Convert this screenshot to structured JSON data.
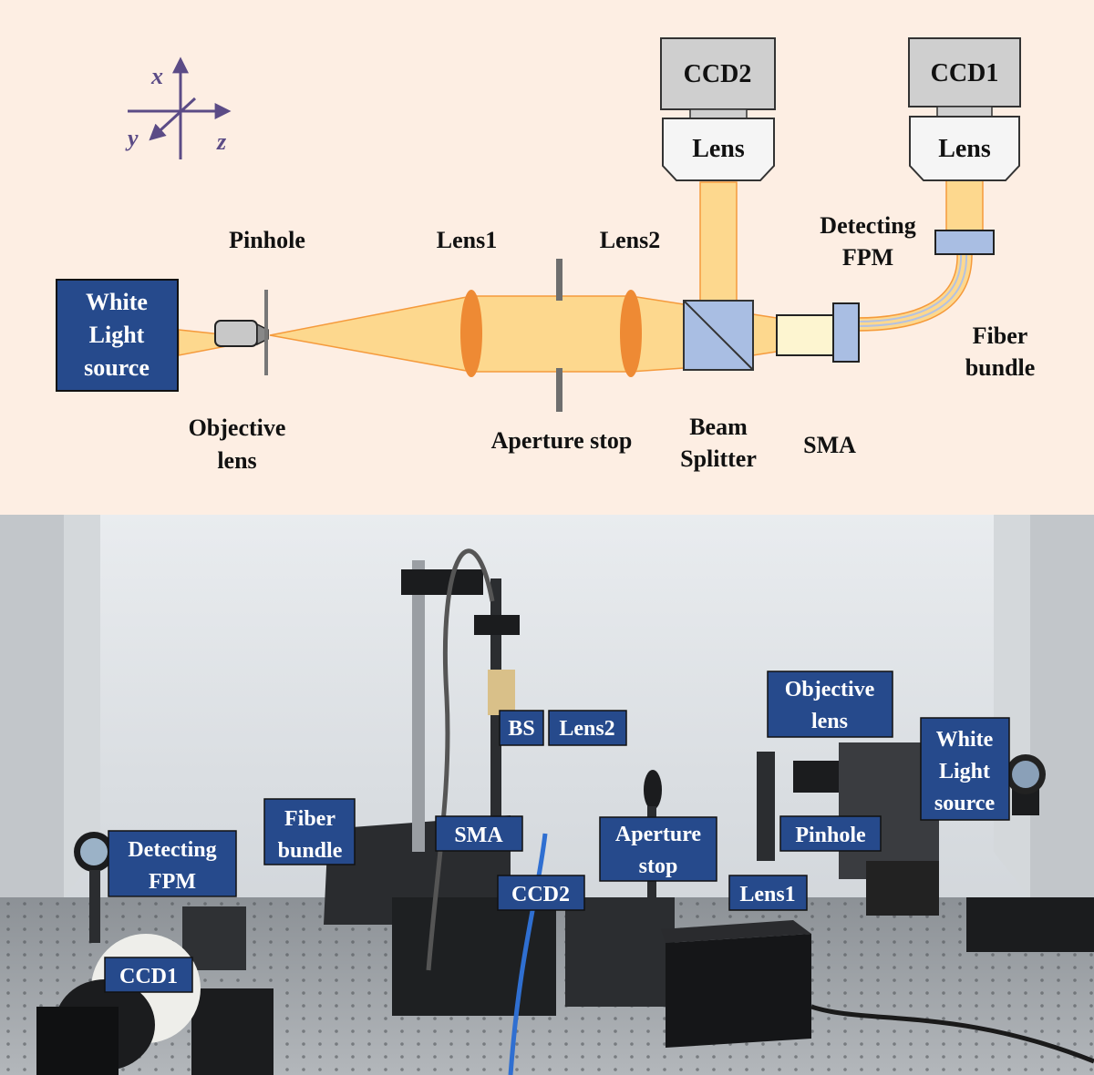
{
  "axes": {
    "x": "x",
    "y": "y",
    "z": "z"
  },
  "schematic": {
    "white_light_source": [
      "White",
      "Light",
      "source"
    ],
    "pinhole": "Pinhole",
    "objective_lens": [
      "Objective",
      "lens"
    ],
    "lens1": "Lens1",
    "lens2": "Lens2",
    "aperture_stop": "Aperture stop",
    "beam_splitter": [
      "Beam",
      "Splitter"
    ],
    "sma": "SMA",
    "ccd2": "CCD2",
    "ccd1": "CCD1",
    "camera_lens": "Lens",
    "detecting_fpm": [
      "Detecting",
      "FPM"
    ],
    "fiber_bundle": [
      "Fiber",
      "bundle"
    ]
  },
  "photo_labels": {
    "bs": "BS",
    "lens2": "Lens2",
    "objective_lens": [
      "Objective",
      "lens"
    ],
    "white_light_source": [
      "White",
      "Light",
      "source"
    ],
    "fiber_bundle": [
      "Fiber",
      "bundle"
    ],
    "detecting_fpm": [
      "Detecting",
      "FPM"
    ],
    "sma": "SMA",
    "aperture_stop": [
      "Aperture",
      "stop"
    ],
    "pinhole": "Pinhole",
    "ccd2": "CCD2",
    "lens1": "Lens1",
    "ccd1": "CCD1"
  },
  "colors": {
    "background": "#fdeee3",
    "label_box": "#264a8c",
    "beam_fill": "#fdd88e",
    "beam_edge": "#f59a3c",
    "lens_orange": "#ee8a34",
    "splitter_blue": "#a9bee3",
    "axes_purple": "#5b4b86"
  }
}
